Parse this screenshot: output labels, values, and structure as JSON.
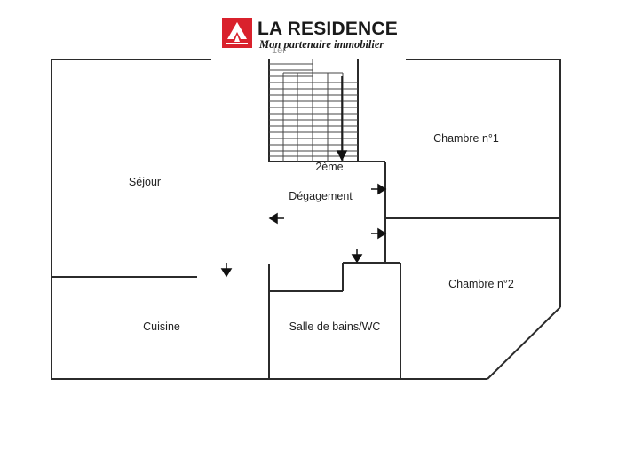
{
  "brand": {
    "name": "LA RESIDENCE",
    "tagline": "Mon partenaire immobilier",
    "accent_color": "#d9212c"
  },
  "plan": {
    "stair_upper_label": "1er",
    "stair_lower_label": "2ème",
    "rooms": {
      "sejour": "Séjour",
      "degagement": "Dégagement",
      "chambre1": "Chambre n°1",
      "chambre2": "Chambre n°2",
      "cuisine": "Cuisine",
      "salle_de_bains": "Salle de bains/WC"
    }
  },
  "colors": {
    "wall": "#2b2b2b",
    "text": "#222222"
  }
}
